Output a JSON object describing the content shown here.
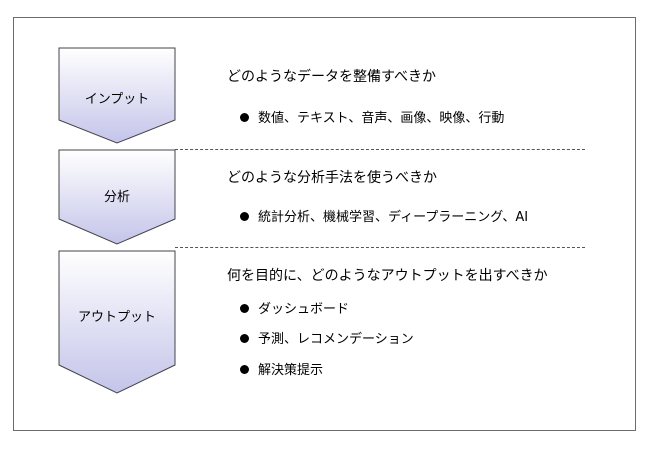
{
  "stages": [
    {
      "label": "インプット",
      "question": "どのようなデータを整備すべきか",
      "bullets": [
        "数値、テキスト、音声、画像、映像、行動"
      ]
    },
    {
      "label": "分析",
      "question": "どのような分析手法を使うべきか",
      "bullets": [
        "統計分析、機械学習、ディープラーニング、AI"
      ]
    },
    {
      "label": "アウトプット",
      "question": "何を目的に、どのようなアウトプットを出すべきか",
      "bullets": [
        "ダッシュボード",
        "予測、レコメンデーション",
        "解決策提示"
      ]
    }
  ],
  "colors": {
    "chevron_top": "#ffffff",
    "chevron_bottom": "#c4c4ea",
    "chevron_border": "#444444"
  }
}
